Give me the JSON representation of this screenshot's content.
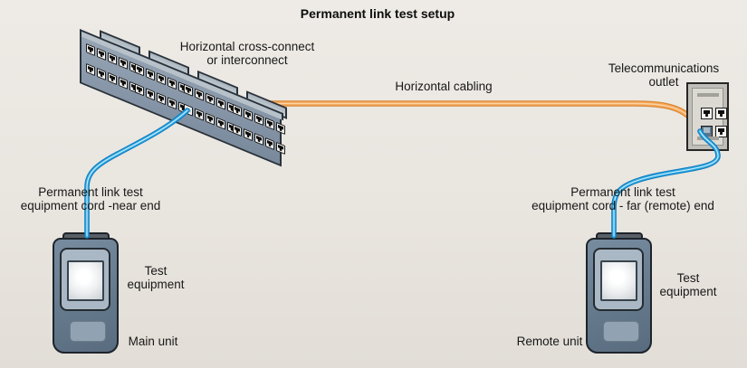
{
  "title": "Permanent link test setup",
  "colors": {
    "cable_blue": "#30abe3",
    "cable_blue_dark": "#0e7cc0",
    "cable_blue_highlight": "#d2eefb",
    "cable_orange": "#f5a558",
    "cable_orange_dark": "#d7862f",
    "cable_orange_highlight": "#fcd2a2",
    "panel_face": "#8a99ab",
    "background": "#e9e5df"
  },
  "labels": {
    "panel": [
      "Horizontal cross-connect",
      "or interconnect"
    ],
    "horizontal_cabling": "Horizontal cabling",
    "outlet": [
      "Telecommunications",
      "outlet"
    ],
    "near_cord": [
      "Permanent link test",
      "equipment cord -near end"
    ],
    "far_cord": [
      "Permanent link test",
      "equipment cord - far (remote) end"
    ],
    "test_equipment_left": [
      "Test",
      "equipment"
    ],
    "test_equipment_right": [
      "Test",
      "equipment"
    ],
    "main_unit": "Main unit",
    "remote_unit": "Remote unit"
  },
  "panel": {
    "blocks": 4,
    "rows": 2,
    "ports_per_strip": 5,
    "mounting_tabs": 4,
    "plugged": {
      "block": 2,
      "row": 1,
      "port": 0
    }
  },
  "outlet": {
    "jacks": [
      {
        "plugged": false
      },
      {
        "plugged": false
      },
      {
        "plugged": true
      },
      {
        "plugged": false
      }
    ]
  }
}
